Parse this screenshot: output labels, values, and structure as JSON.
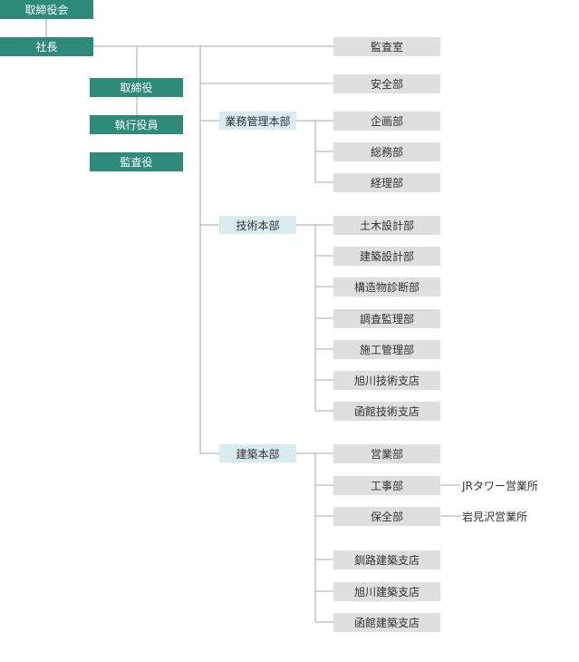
{
  "top": {
    "board": "取締役会",
    "president": "社長"
  },
  "officers": [
    "取締役",
    "執行役員",
    "監査役"
  ],
  "direct": [
    "監査室",
    "安全部"
  ],
  "divisions": [
    {
      "name": "業務管理本部",
      "depts": [
        "企画部",
        "総務部",
        "経理部"
      ]
    },
    {
      "name": "技術本部",
      "depts": [
        "土木設計部",
        "建築設計部",
        "構造物診断部",
        "調査監理部",
        "施工管理部",
        "旭川技術支店",
        "函館技術支店"
      ]
    },
    {
      "name": "建築本部",
      "depts": [
        "営業部",
        "工事部",
        "保全部",
        "釧路建築支店",
        "旭川建築支店",
        "函館建築支店"
      ]
    }
  ],
  "offices": [
    "JRタワー営業所",
    "岩見沢営業所"
  ],
  "colors": {
    "green": "#2e8b79",
    "division": "#d8ecef",
    "dept": "#dfdfdf",
    "line": "#b9b9b9"
  }
}
